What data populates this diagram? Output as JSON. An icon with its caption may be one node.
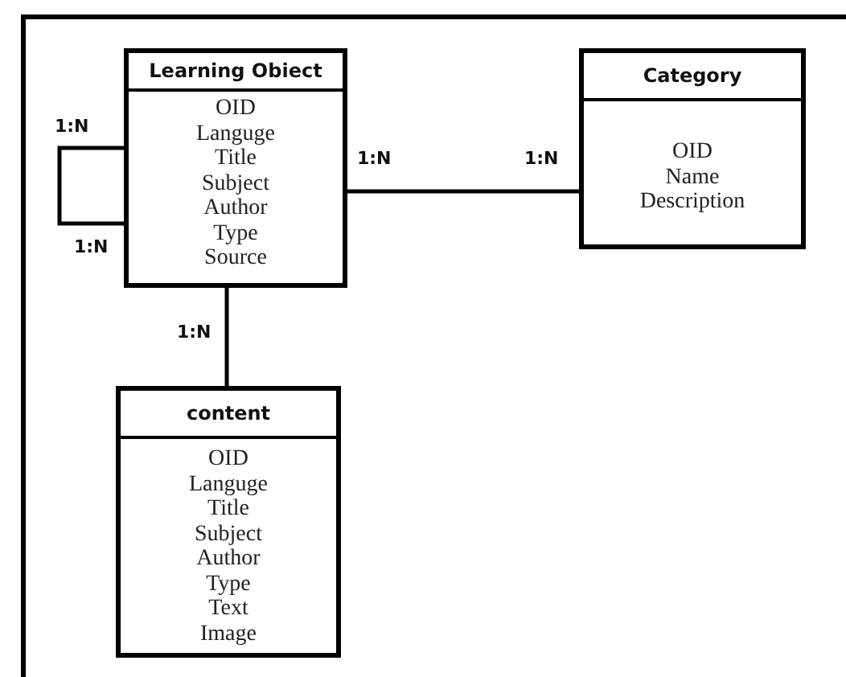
{
  "diagram": {
    "nodes": [
      {
        "text": [
          "Learning Obiect",
          "OID",
          "Languge",
          "Title",
          "Subject",
          "Author",
          "Type",
          "Source"
        ]
      },
      {
        "text": [
          "Category",
          "OID",
          "Name",
          "Description"
        ]
      },
      {
        "text": [
          "content",
          "OID",
          "Languge",
          "Title",
          "Subject",
          "Author",
          "Type",
          "Text",
          "Image"
        ]
      }
    ],
    "edges": [
      {
        "from": 0,
        "to": 0,
        "arrow": "none"
      },
      {
        "from": 0,
        "to": 1,
        "arrow": "none"
      },
      {
        "from": 0,
        "to": 2,
        "arrow": "none"
      }
    ],
    "labels": [
      "1:N",
      "1:N",
      "1:N",
      "1:N",
      "1:N"
    ]
  }
}
